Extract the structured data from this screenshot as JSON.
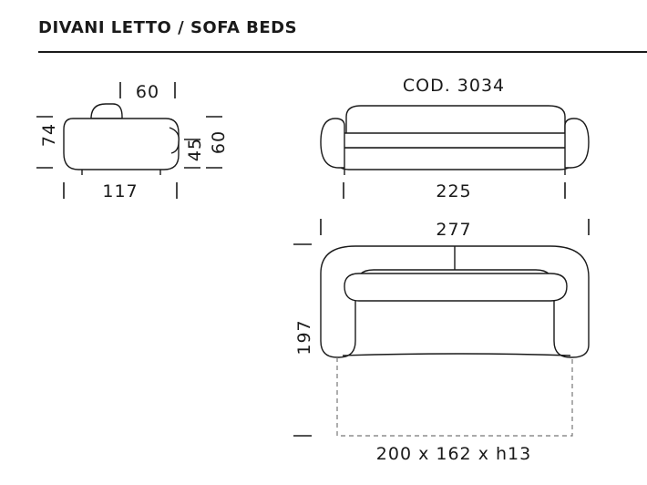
{
  "header": {
    "title": "DIVANI LETTO / SOFA BEDS"
  },
  "side_view": {
    "depth_top": "60",
    "height": "74",
    "seat_height": "45",
    "arm_height": "60",
    "depth": "117"
  },
  "front_view": {
    "code": "COD. 3034",
    "width": "225"
  },
  "top_view": {
    "width": "277",
    "depth": "197",
    "bed_size": "200 x 162 x h13"
  }
}
